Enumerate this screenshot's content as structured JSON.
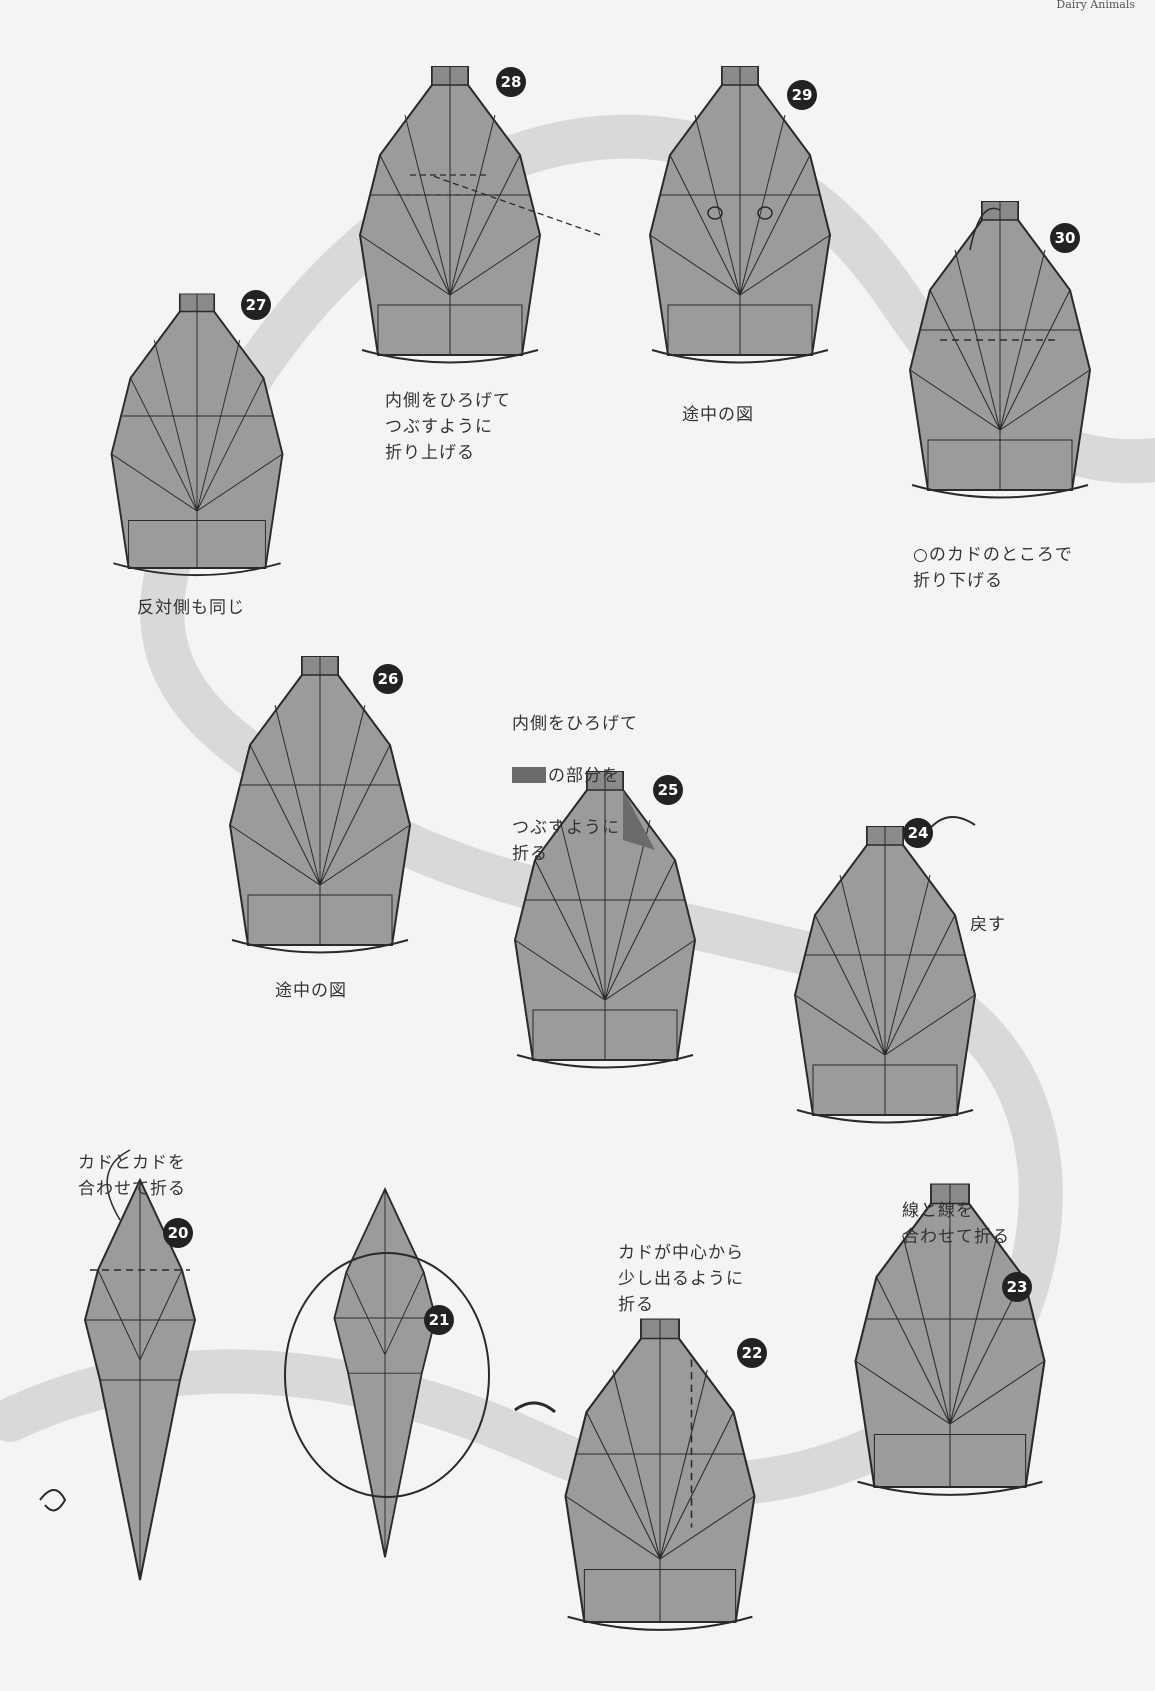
{
  "page": {
    "header": "Dairy Animals"
  },
  "steps": [
    {
      "num": "20",
      "caption": "カドとカドを\n合わせて折る"
    },
    {
      "num": "21",
      "caption": ""
    },
    {
      "num": "22",
      "caption": "カドが中心から\n少し出るように\n折る"
    },
    {
      "num": "23",
      "caption": "線と線を\n合わせて折る"
    },
    {
      "num": "24",
      "caption": "戻す"
    },
    {
      "num": "25",
      "caption_pre": "内側をひろげて",
      "caption_swatch_suffix": "の部分を",
      "caption_post": "つぶすように\n折る"
    },
    {
      "num": "26",
      "caption": "途中の図"
    },
    {
      "num": "27",
      "caption": "反対側も同じ"
    },
    {
      "num": "28",
      "caption": "内側をひろげて\nつぶすように\n折り上げる"
    },
    {
      "num": "29",
      "caption": "途中の図"
    },
    {
      "num": "30",
      "caption": "○のカドのところで\n折り下げる"
    }
  ],
  "colors": {
    "paper": "#9b9b9b",
    "paper_dark": "#6b6b6b",
    "path_band": "#d9d9d9",
    "line": "#2a2a2a"
  }
}
